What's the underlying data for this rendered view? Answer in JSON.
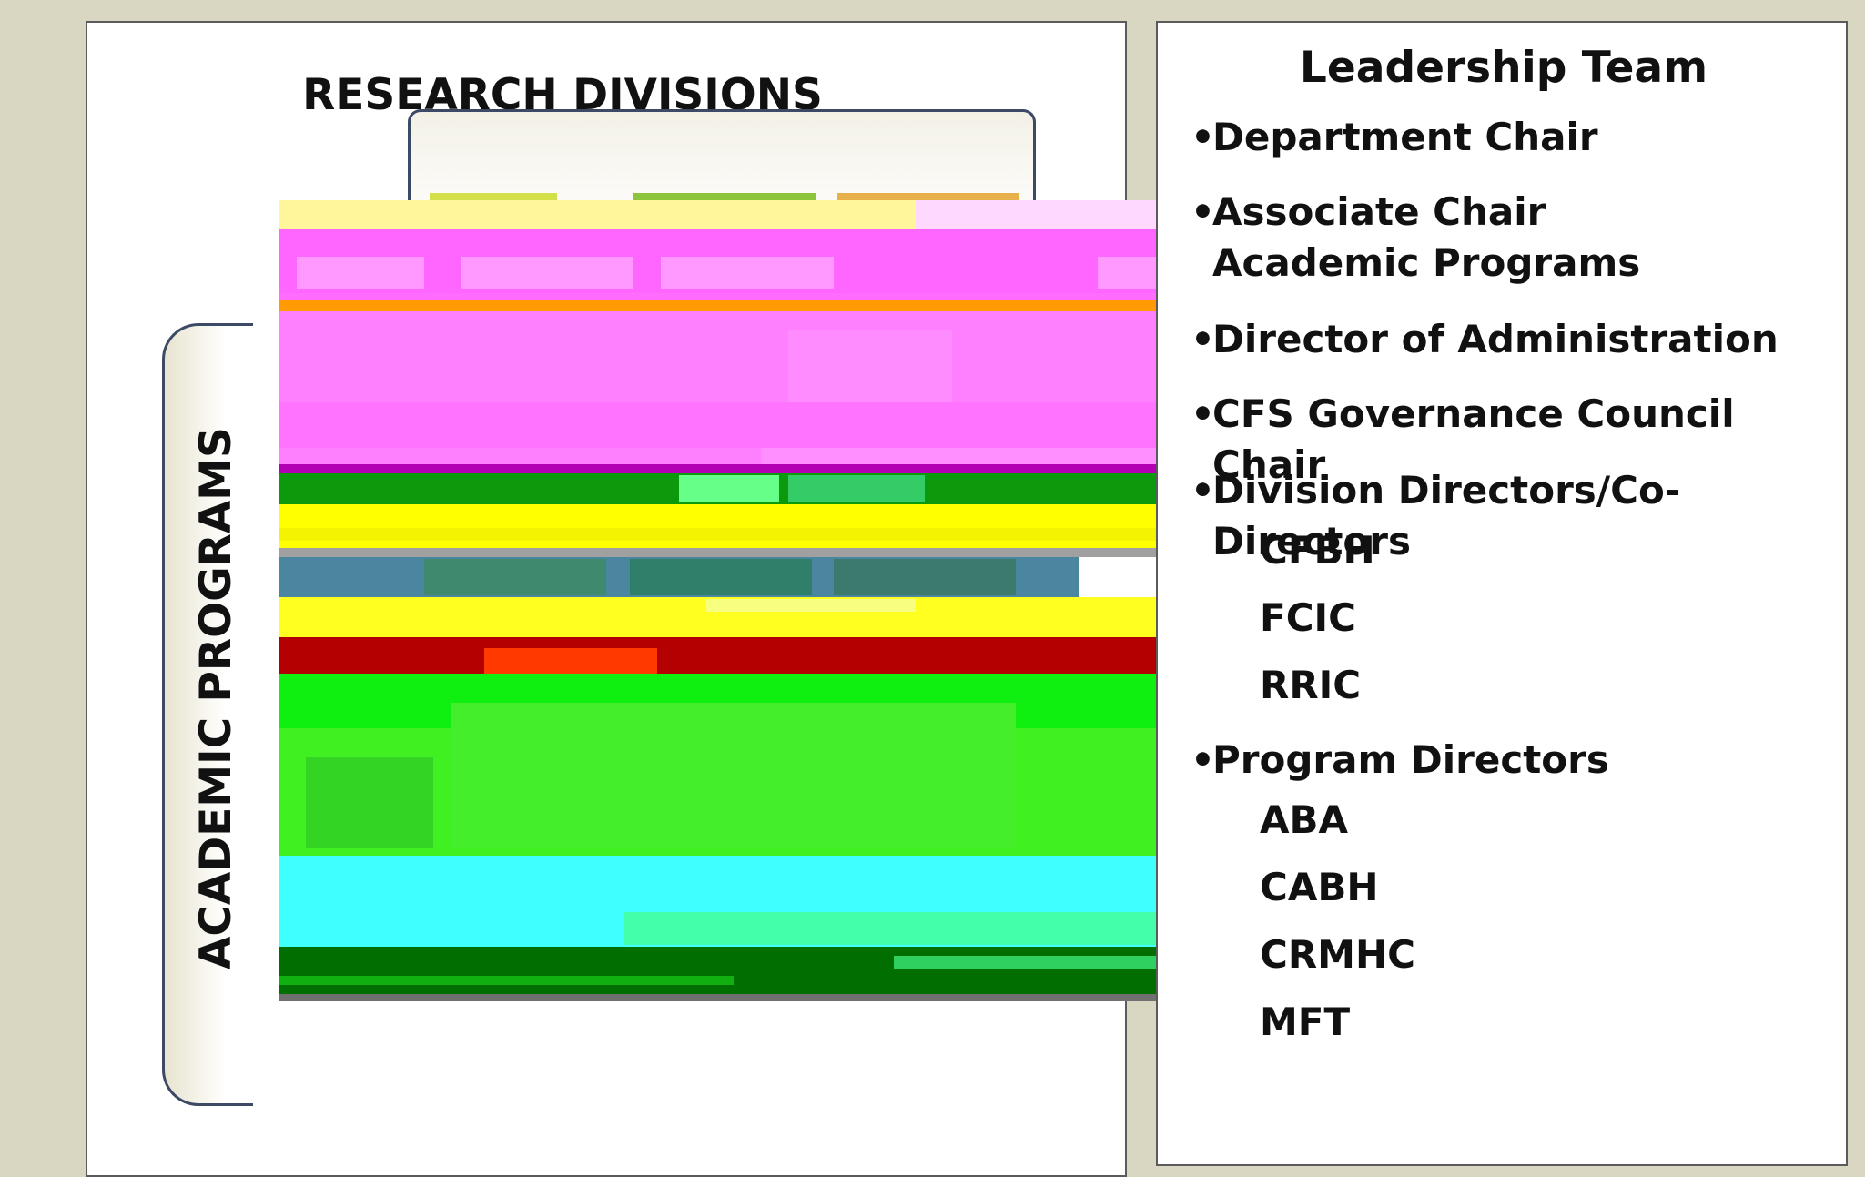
{
  "research_heading": "RESEARCH DIVISIONS",
  "academic_heading": "ACADEMIC PROGRAMS",
  "leadership": {
    "title": "Leadership Team",
    "items": [
      "Department Chair",
      "Associate Chair Academic Programs",
      "Director of Administration",
      "CFS Governance Council Chair",
      "Division Directors/Co-Directors",
      "Program Directors"
    ],
    "division_directors": [
      "CFBH",
      "FCIC",
      "RRIC"
    ],
    "program_directors": [
      "ABA",
      "CABH",
      "CRMHC",
      "MFT"
    ]
  },
  "colors": {
    "background": "#d9d6c1",
    "magenta": "#ff80ff",
    "green": "#40ff20",
    "cyan": "#40ffff",
    "yellow": "#ffff00",
    "dark_green": "#007a00",
    "red": "#b00000"
  }
}
